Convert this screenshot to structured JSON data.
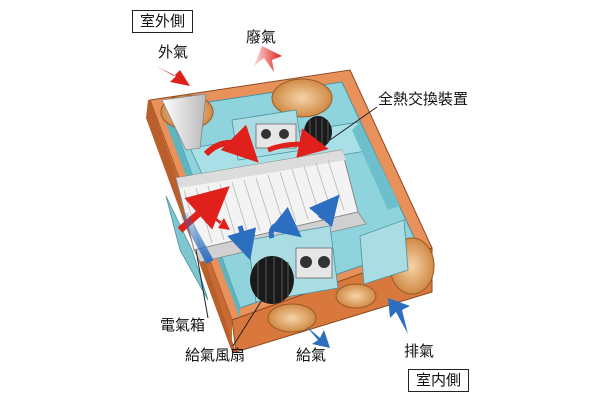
{
  "labels": {
    "outdoor_side": "室外側",
    "indoor_side": "室内側",
    "outside_air": "外氣",
    "exhaust_air": "廢氣",
    "heat_exchanger": "全熱交換裝置",
    "electrical_box": "電氣箱",
    "supply_fan": "給氣風扇",
    "supply_air": "給氣",
    "return_air": "排氣"
  },
  "colors": {
    "housing_orange": "#e9915a",
    "housing_orange_dark": "#c86a33",
    "interior_teal": "#8fd3dc",
    "interior_teal_dark": "#5fb4c2",
    "exchanger_white": "#f3f3f3",
    "fan_black": "#1a1a1a",
    "arrow_red": "#e0201b",
    "arrow_blue": "#2c6fc0",
    "duct_cone": "#e8e8e8"
  }
}
